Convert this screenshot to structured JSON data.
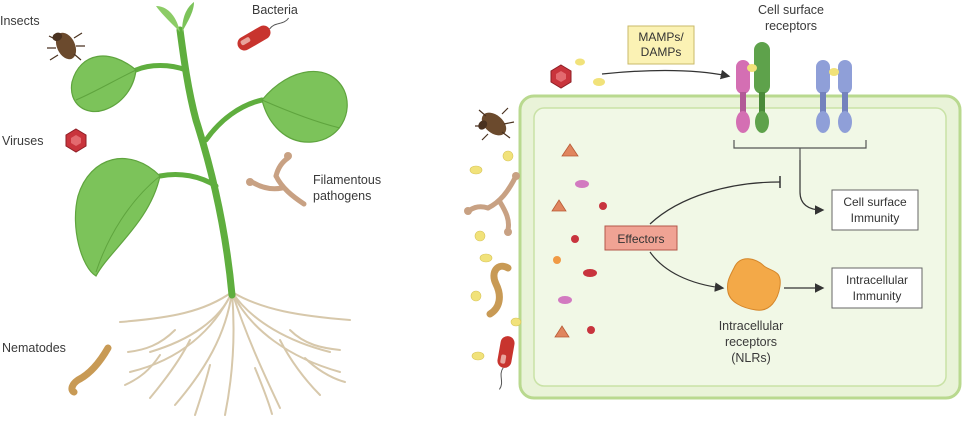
{
  "left_panel": {
    "labels": {
      "insects": "Insects",
      "bacteria": "Bacteria",
      "viruses": "Viruses",
      "filamentous_line1": "Filamentous",
      "filamentous_line2": "pathogens",
      "nematodes": "Nematodes"
    }
  },
  "right_panel": {
    "mamps_line1": "MAMPs/",
    "mamps_line2": "DAMPs",
    "cell_surface_receptors_line1": "Cell surface",
    "cell_surface_receptors_line2": "receptors",
    "effectors": "Effectors",
    "cell_surface_immunity_line1": "Cell surface",
    "cell_surface_immunity_line2": "Immunity",
    "intracellular_immunity_line1": "Intracellular",
    "intracellular_immunity_line2": "Immunity",
    "intracellular_receptors_line1": "Intracellular",
    "intracellular_receptors_line2": "receptors",
    "intracellular_receptors_line3": "(NLRs)"
  },
  "colors": {
    "leaf": "#7cc35a",
    "stem": "#5fae3e",
    "root": "#d9cbb0",
    "cell_fill": "#eef6df",
    "cell_border": "#b9d98f",
    "mamps_box": "#fbf2b4",
    "effectors_box": "#f0a394",
    "nlr": "#f3a948",
    "receptor_pink": "#d46fb3",
    "receptor_green": "#5ea24b",
    "receptor_blue": "#8f9fd8"
  }
}
